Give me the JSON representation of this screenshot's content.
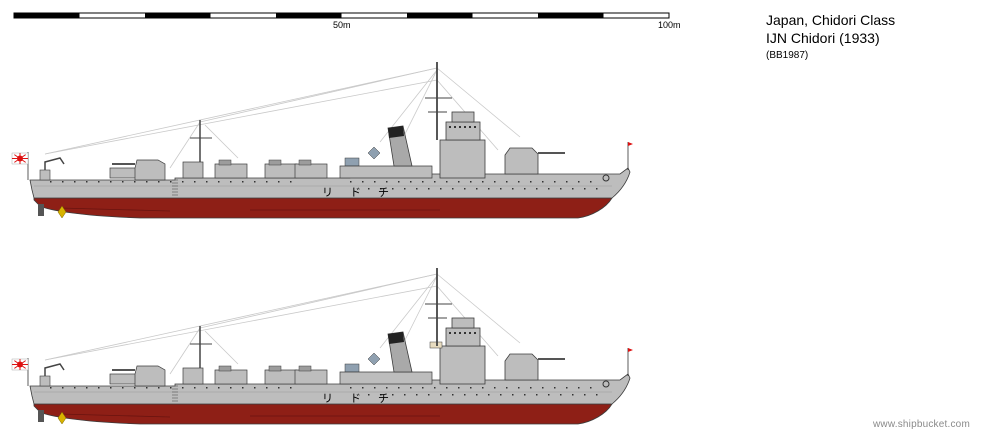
{
  "title": {
    "line1": "Japan, Chidori Class",
    "line2": "IJN Chidori (1933)",
    "line3": "(BB1987)"
  },
  "scale": {
    "label_mid": "50m",
    "label_end": "100m",
    "segments": 10
  },
  "hull_name_kana": [
    "チ",
    "ド",
    "リ"
  ],
  "credit": "www.shipbucket.com",
  "colors": {
    "hull_gray": "#bdbdbd",
    "hull_outline": "#3c3c3c",
    "waterline_red": "#8e1f16",
    "rigging": "#c9c9c9",
    "scale_black": "#000000",
    "credit_gray": "#8a8a8a"
  },
  "views": [
    {
      "name": "profile-1933"
    },
    {
      "name": "profile-refit"
    }
  ]
}
